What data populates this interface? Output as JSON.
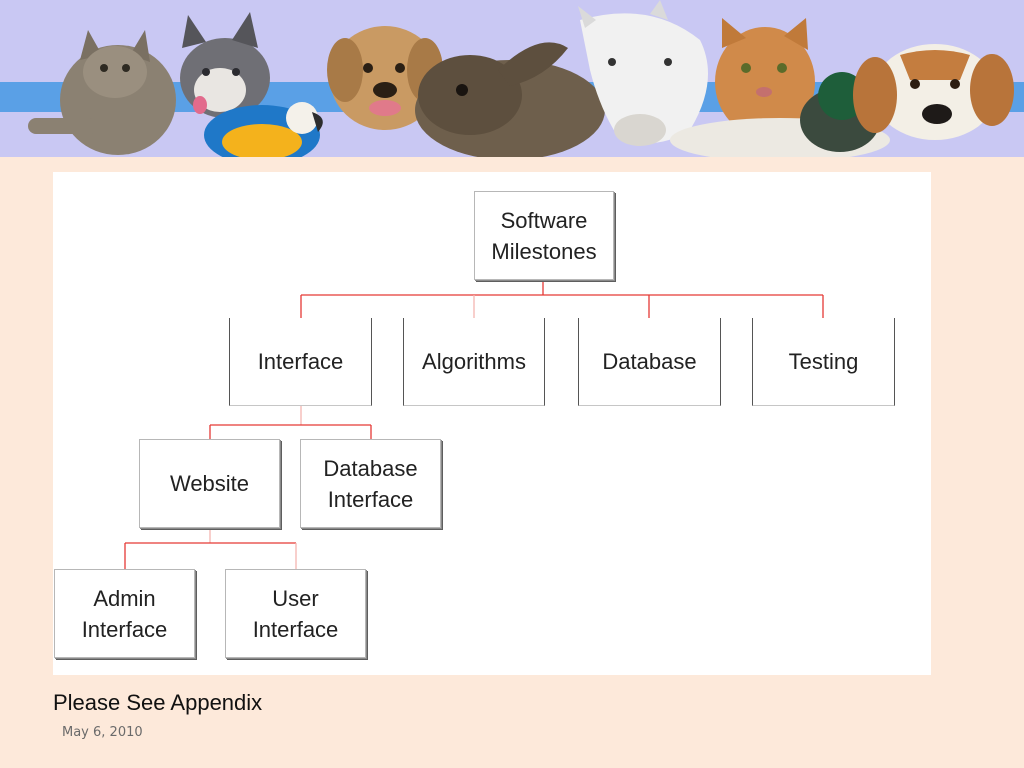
{
  "slide": {
    "footer_text": "Please See Appendix",
    "date": "May 6, 2010"
  },
  "banner": {
    "background_color": "#c9c8f3",
    "accent_color": "#5aa0e6",
    "animals": [
      "cat",
      "husky",
      "parrot",
      "terrier",
      "rabbit",
      "horse",
      "cat",
      "duck",
      "beagle"
    ]
  },
  "diagram": {
    "connector_color": "#e53935",
    "nodes": {
      "root": {
        "label": "Software\nMilestones"
      },
      "interface": {
        "label": "Interface"
      },
      "algorithms": {
        "label": "Algorithms"
      },
      "database": {
        "label": "Database"
      },
      "testing": {
        "label": "Testing"
      },
      "website": {
        "label": "Website"
      },
      "database_interface": {
        "label": "Database\nInterface"
      },
      "admin_interface": {
        "label": "Admin\nInterface"
      },
      "user_interface": {
        "label": "User\nInterface"
      }
    }
  }
}
